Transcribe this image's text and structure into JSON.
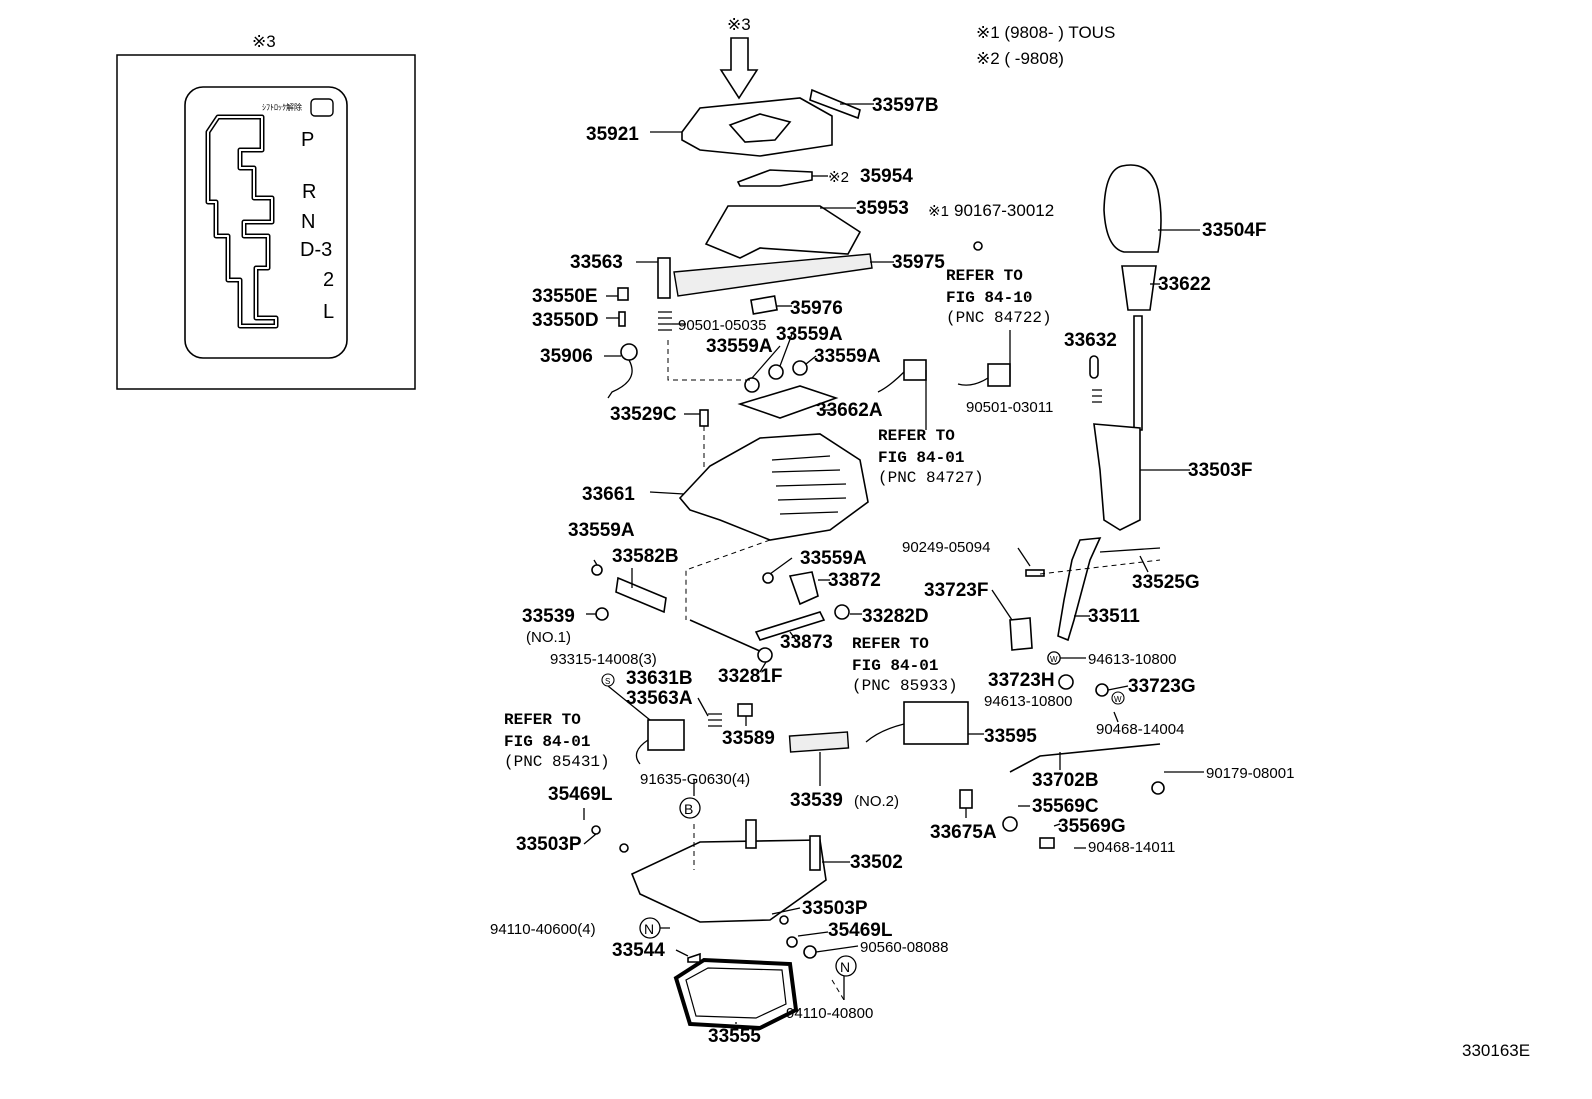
{
  "inset": {
    "title": "※3",
    "small_label": "ｼﾌﾄﾛｯｸ解除",
    "gate_labels": [
      "P",
      "R",
      "N",
      "D-3",
      "2",
      "L"
    ]
  },
  "legend": {
    "note1": "※1 (9808-      ) TOUS",
    "note2": "※2 (      -9808)"
  },
  "arrow_label": "※3",
  "catalog_code": "330163E",
  "refer": {
    "fig_84_10": {
      "line1": "REFER TO",
      "line2": "FIG 84-10",
      "line3": "(PNC 84722)"
    },
    "fig_84_01_a": {
      "line1": "REFER TO",
      "line2": "FIG 84-01",
      "line3": "(PNC 84727)"
    },
    "fig_84_01_b": {
      "line1": "REFER TO",
      "line2": "FIG 84-01",
      "line3": "(PNC 85933)"
    },
    "fig_84_01_c": {
      "line1": "REFER TO",
      "line2": "FIG 84-01",
      "line3": "(PNC 85431)"
    }
  },
  "parts": {
    "p35921": "35921",
    "p33597B": "33597B",
    "p35954": "35954",
    "p35954_note": "※2",
    "p35953": "35953",
    "p90167": "90167-30012",
    "p90167_note": "※1",
    "p35975": "35975",
    "p33563": "33563",
    "p35976": "35976",
    "p33550E": "33550E",
    "p33550D": "33550D",
    "p90501_05035": "90501-05035",
    "p33559A_1": "33559A",
    "p33559A_2": "33559A",
    "p33559A_3": "33559A",
    "p35906": "35906",
    "p33662A": "33662A",
    "p33529C": "33529C",
    "p33661": "33661",
    "p33504F": "33504F",
    "p33622": "33622",
    "p33632": "33632",
    "p90501_03011": "90501-03011",
    "p33503F": "33503F",
    "p90249": "90249-05094",
    "p33525G": "33525G",
    "p33559A_4": "33559A",
    "p33582B": "33582B",
    "p33559A_5": "33559A",
    "p33872": "33872",
    "p33723F": "33723F",
    "p33511": "33511",
    "p33539_1": "33539",
    "p33539_1_note": "(NO.1)",
    "p33282D": "33282D",
    "p33873": "33873",
    "p93315": "93315-14008(3)",
    "p33281F": "33281F",
    "p33631B": "33631B",
    "p33563A": "33563A",
    "p94613_a": "94613-10800",
    "p33723H": "33723H",
    "p94613_b": "94613-10800",
    "p33723G": "33723G",
    "p33589": "33589",
    "p33595": "33595",
    "p90468_14004": "90468-14004",
    "p91635": "91635-G0630(4)",
    "p35469L_1": "35469L",
    "p33539_2": "33539",
    "p33539_2_note": "(NO.2)",
    "p33702B": "33702B",
    "p90179": "90179-08001",
    "p35569C": "35569C",
    "p33675A": "33675A",
    "p35569G": "35569G",
    "p33503P_1": "33503P",
    "p90468_14011": "90468-14011",
    "p33502": "33502",
    "p33503P_2": "33503P",
    "p94110_40600": "94110-40600(4)",
    "p35469L_2": "35469L",
    "p33544": "33544",
    "p90560": "90560-08088",
    "p94110_40800": "94110-40800",
    "p33555": "33555"
  },
  "markers": {
    "b": "B",
    "n": "N",
    "s": "S",
    "w": "W"
  }
}
